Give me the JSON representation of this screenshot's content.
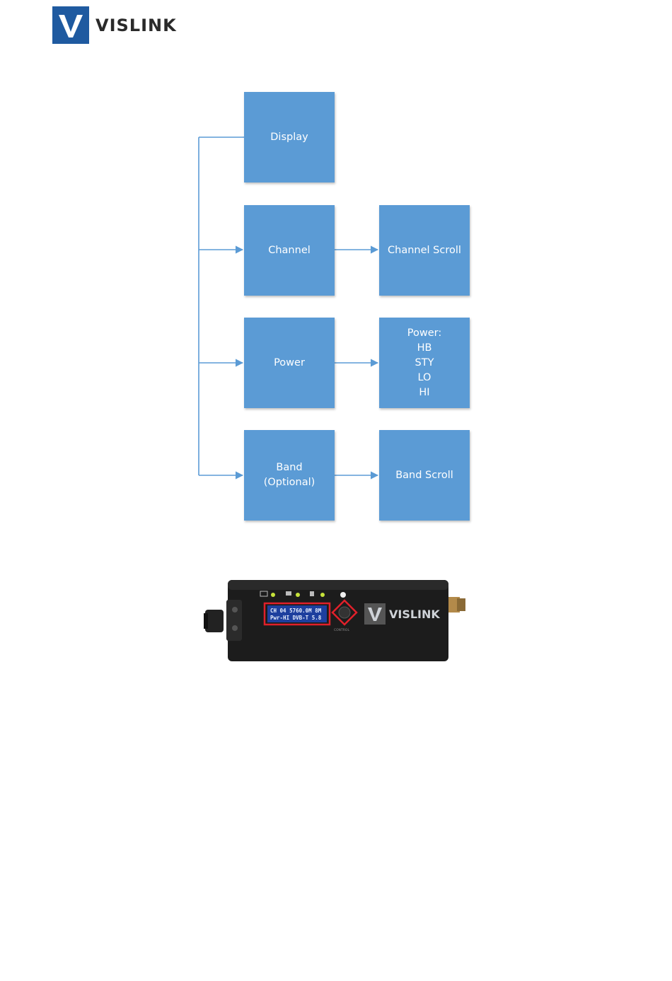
{
  "header": {
    "logo_text": "VISLINK"
  },
  "diagram": {
    "nodes": [
      {
        "id": "display",
        "lines": [
          "Display"
        ]
      },
      {
        "id": "channel",
        "lines": [
          "Channel"
        ]
      },
      {
        "id": "channel-scroll",
        "lines": [
          "Channel Scroll"
        ]
      },
      {
        "id": "power",
        "lines": [
          "Power"
        ]
      },
      {
        "id": "power-options",
        "lines": [
          "Power:",
          "HB",
          "STY",
          "LO",
          "HI"
        ]
      },
      {
        "id": "band",
        "lines": [
          "Band",
          "(Optional)"
        ]
      },
      {
        "id": "band-scroll",
        "lines": [
          "Band Scroll"
        ]
      }
    ],
    "edges": [
      {
        "from": "display",
        "to": "channel"
      },
      {
        "from": "display",
        "to": "power"
      },
      {
        "from": "display",
        "to": "band"
      },
      {
        "from": "channel",
        "to": "channel-scroll"
      },
      {
        "from": "power",
        "to": "power-options"
      },
      {
        "from": "band",
        "to": "band-scroll"
      }
    ]
  },
  "device": {
    "screen_line1": "CH 04 5760.0M 8M",
    "screen_line2": "Pwr-HI  DVB-T  5.8",
    "brand": "VISLINK",
    "control_label": "CONTROL",
    "colors": {
      "body": "#1c1c1c",
      "screen": "#1d3f9e",
      "highlight": "#e0202a",
      "led": "#c6e23a"
    }
  }
}
